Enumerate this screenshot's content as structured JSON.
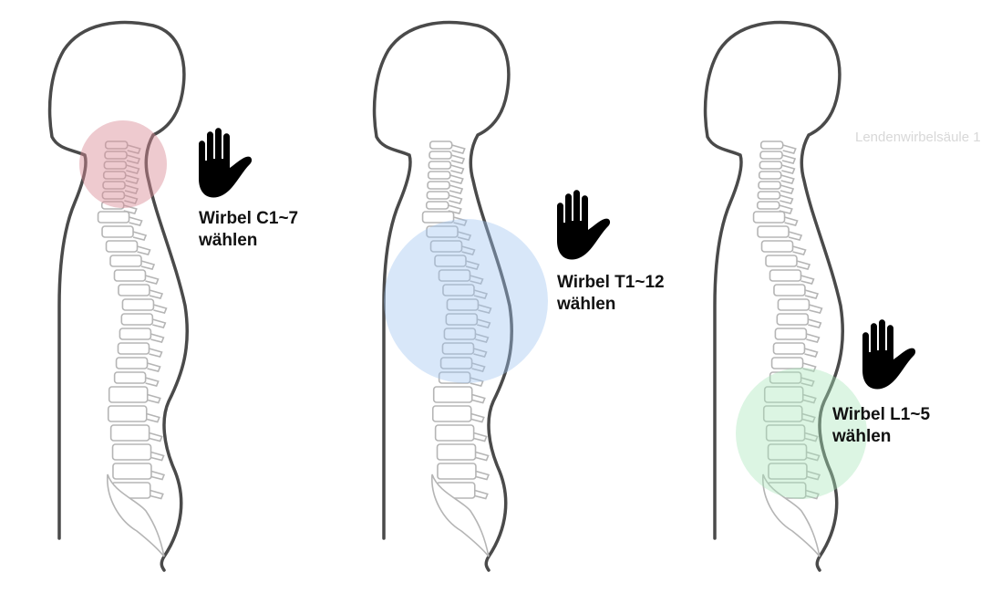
{
  "colors": {
    "outline": "#4a4a4a",
    "spine": "#b5b5b5",
    "hand": "#000000",
    "highlight_cervical": "#d98a94",
    "highlight_thoracic": "#9dc3f0",
    "highlight_lumbar": "#a8e6b8"
  },
  "icons": [
    "hand-icon"
  ],
  "panels": [
    {
      "region": "cervical",
      "label_line1": "Wirbel C1~7",
      "label_line2": "wählen"
    },
    {
      "region": "thoracic",
      "label_line1": "Wirbel T1~12",
      "label_line2": "wählen"
    },
    {
      "region": "lumbar",
      "label_line1": "Wirbel L1~5",
      "label_line2": "wählen"
    }
  ],
  "faded_text": "Lendenwirbelsäule 1"
}
